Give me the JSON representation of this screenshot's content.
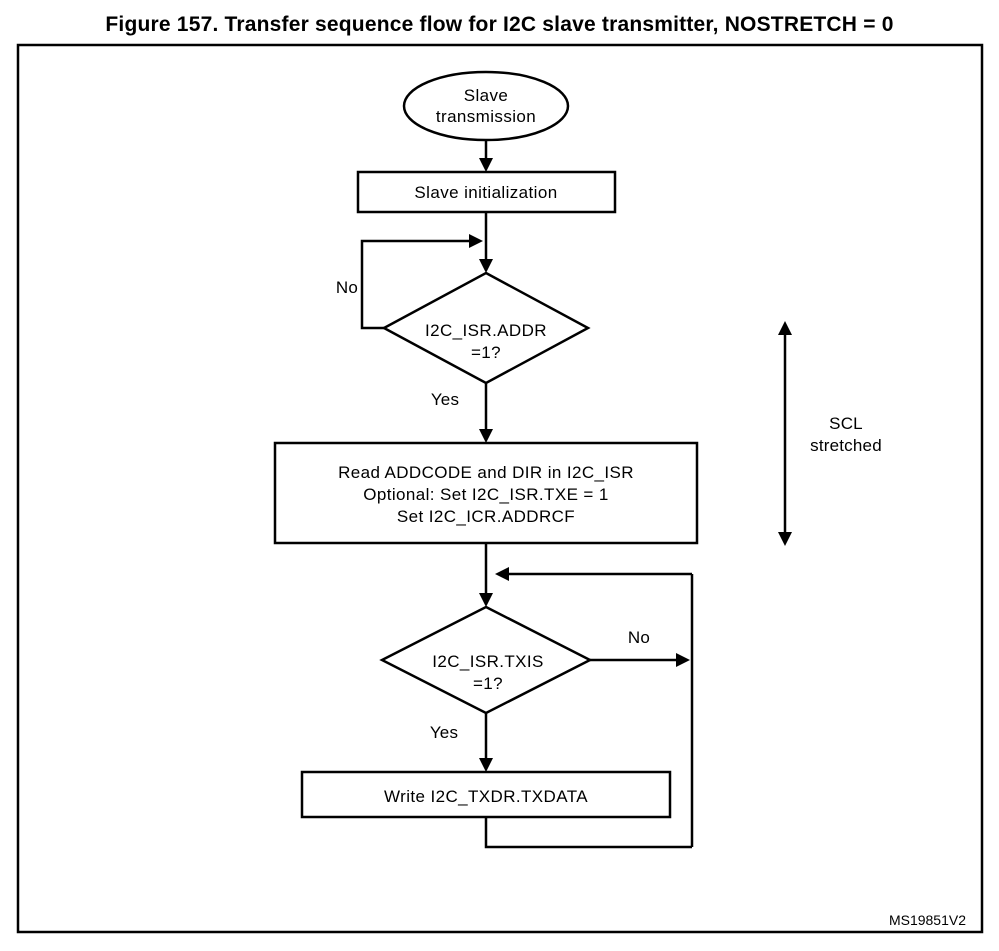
{
  "figure": {
    "title": "Figure 157. Transfer sequence flow for I2C slave transmitter, NOSTRETCH = 0",
    "watermark": "MS19851V2"
  },
  "nodes": {
    "start": {
      "line1": "Slave",
      "line2": "transmission"
    },
    "init": {
      "label": "Slave initialization"
    },
    "addr_check": {
      "line1": "I2C_ISR.ADDR",
      "line2": "=1?"
    },
    "read_addr": {
      "line1": "Read ADDCODE and DIR in I2C_ISR",
      "line2": "Optional: Set I2C_ISR.TXE = 1",
      "line3": "Set I2C_ICR.ADDRCF"
    },
    "txis_check": {
      "line1": "I2C_ISR.TXIS",
      "line2": "=1?"
    },
    "write_txdata": {
      "label": "Write I2C_TXDR.TXDATA"
    }
  },
  "edges": {
    "addr_no": "No",
    "addr_yes": "Yes",
    "txis_no": "No",
    "txis_yes": "Yes"
  },
  "annotations": {
    "scl_line1": "SCL",
    "scl_line2": "stretched"
  },
  "colors": {
    "ink": "#000000",
    "background": "#ffffff"
  }
}
